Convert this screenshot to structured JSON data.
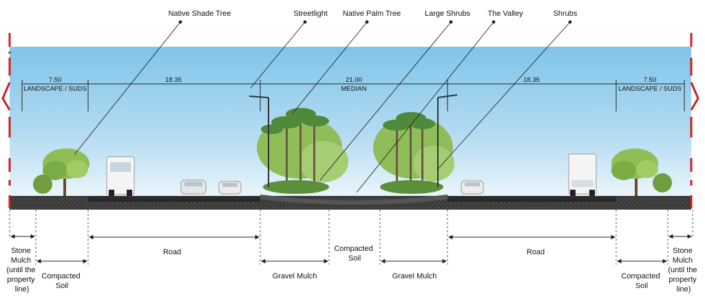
{
  "callouts": [
    {
      "key": "native-shade-tree",
      "text": "Native Shade Tree"
    },
    {
      "key": "streetlight",
      "text": "Streetlight"
    },
    {
      "key": "native-palm-tree",
      "text": "Native Palm Tree"
    },
    {
      "key": "large-shrubs",
      "text": "Large Shrubs"
    },
    {
      "key": "the-valley",
      "text": "The Valley"
    },
    {
      "key": "shrubs",
      "text": "Shrubs"
    }
  ],
  "dimensions": {
    "left_landscape": {
      "value": "7.50",
      "label": "LANDSCAPE / SUDS"
    },
    "left_road": {
      "value": "18.35"
    },
    "median": {
      "value": "21.00",
      "label": "MEDIAN"
    },
    "right_road": {
      "value": "18.35"
    },
    "right_landscape": {
      "value": "7.50",
      "label": "LANDSCAPE / SUDS"
    }
  },
  "zones": {
    "stone_mulch_left": [
      "Stone",
      "Mulch",
      "(until the",
      "property",
      "line)"
    ],
    "compacted_soil_left": [
      "Compacted",
      "Soil"
    ],
    "road_left": "Road",
    "gravel_mulch_left": "Gravel Mulch",
    "compacted_soil_center": [
      "Compacted",
      "Soil"
    ],
    "gravel_mulch_right": "Gravel Mulch",
    "road_right": "Road",
    "compacted_soil_right": [
      "Compacted",
      "Soil"
    ],
    "stone_mulch_right": [
      "Stone",
      "Mulch",
      "(until the",
      "property",
      "line)"
    ]
  },
  "colors": {
    "sky_top": "#7fc4ea",
    "sky_bottom": "#e6f3fb",
    "ground": "#3b3b3b",
    "property_line": "#cc1f1f",
    "tree_green": "#7fb24a",
    "palm_green": "#4f8a3a"
  }
}
